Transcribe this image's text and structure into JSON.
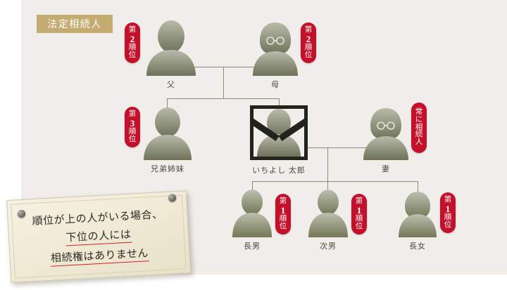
{
  "title": {
    "label": "法定相続人"
  },
  "colors": {
    "panel_bg": "#f0edea",
    "page_bg": "#ffffff",
    "title_chip_bg": "#c4ac70",
    "badge_red": "#c3102b",
    "line": "#8a8a78",
    "silhouette_top": "#b6b9a6",
    "silhouette_bottom": "#6e7259",
    "note_underline": "#cc2029",
    "frame_black": "#23231e"
  },
  "people": [
    {
      "key": "father",
      "label": "父",
      "badge": {
        "prefix": "第",
        "num": "2",
        "suffix_top": "順",
        "suffix_bottom": "位"
      },
      "badge_side": "left",
      "glasses": false,
      "deceased": false
    },
    {
      "key": "mother",
      "label": "母",
      "badge": {
        "prefix": "第",
        "num": "2",
        "suffix_top": "順",
        "suffix_bottom": "位"
      },
      "badge_side": "right",
      "glasses": true,
      "deceased": false
    },
    {
      "key": "siblings",
      "label": "兄弟姉妹",
      "badge": {
        "prefix": "第",
        "num": "3",
        "suffix_top": "順",
        "suffix_bottom": "位"
      },
      "badge_side": "left",
      "glasses": false,
      "deceased": false
    },
    {
      "key": "decedent",
      "label": "いちよし 太郎",
      "badge": null,
      "badge_side": null,
      "glasses": false,
      "deceased": true
    },
    {
      "key": "wife",
      "label": "妻",
      "badge_text": [
        "常",
        "に",
        "相",
        "続",
        "人"
      ],
      "badge_side": "right",
      "glasses": true,
      "deceased": false
    },
    {
      "key": "son1",
      "label": "長男",
      "badge": {
        "prefix": "第",
        "num": "1",
        "suffix_top": "順",
        "suffix_bottom": "位"
      },
      "badge_side": "right",
      "glasses": false,
      "deceased": false
    },
    {
      "key": "son2",
      "label": "次男",
      "badge": {
        "prefix": "第",
        "num": "1",
        "suffix_top": "順",
        "suffix_bottom": "位"
      },
      "badge_side": "right",
      "glasses": false,
      "deceased": false
    },
    {
      "key": "daughter1",
      "label": "長女",
      "badge": {
        "prefix": "第",
        "num": "1",
        "suffix_top": "順",
        "suffix_bottom": "位"
      },
      "badge_side": "right",
      "glasses": false,
      "deceased": false
    }
  ],
  "note": {
    "line1": "順位が上の人がいる場合、",
    "line2": "下位の人には",
    "line3": "相続権はありません"
  }
}
